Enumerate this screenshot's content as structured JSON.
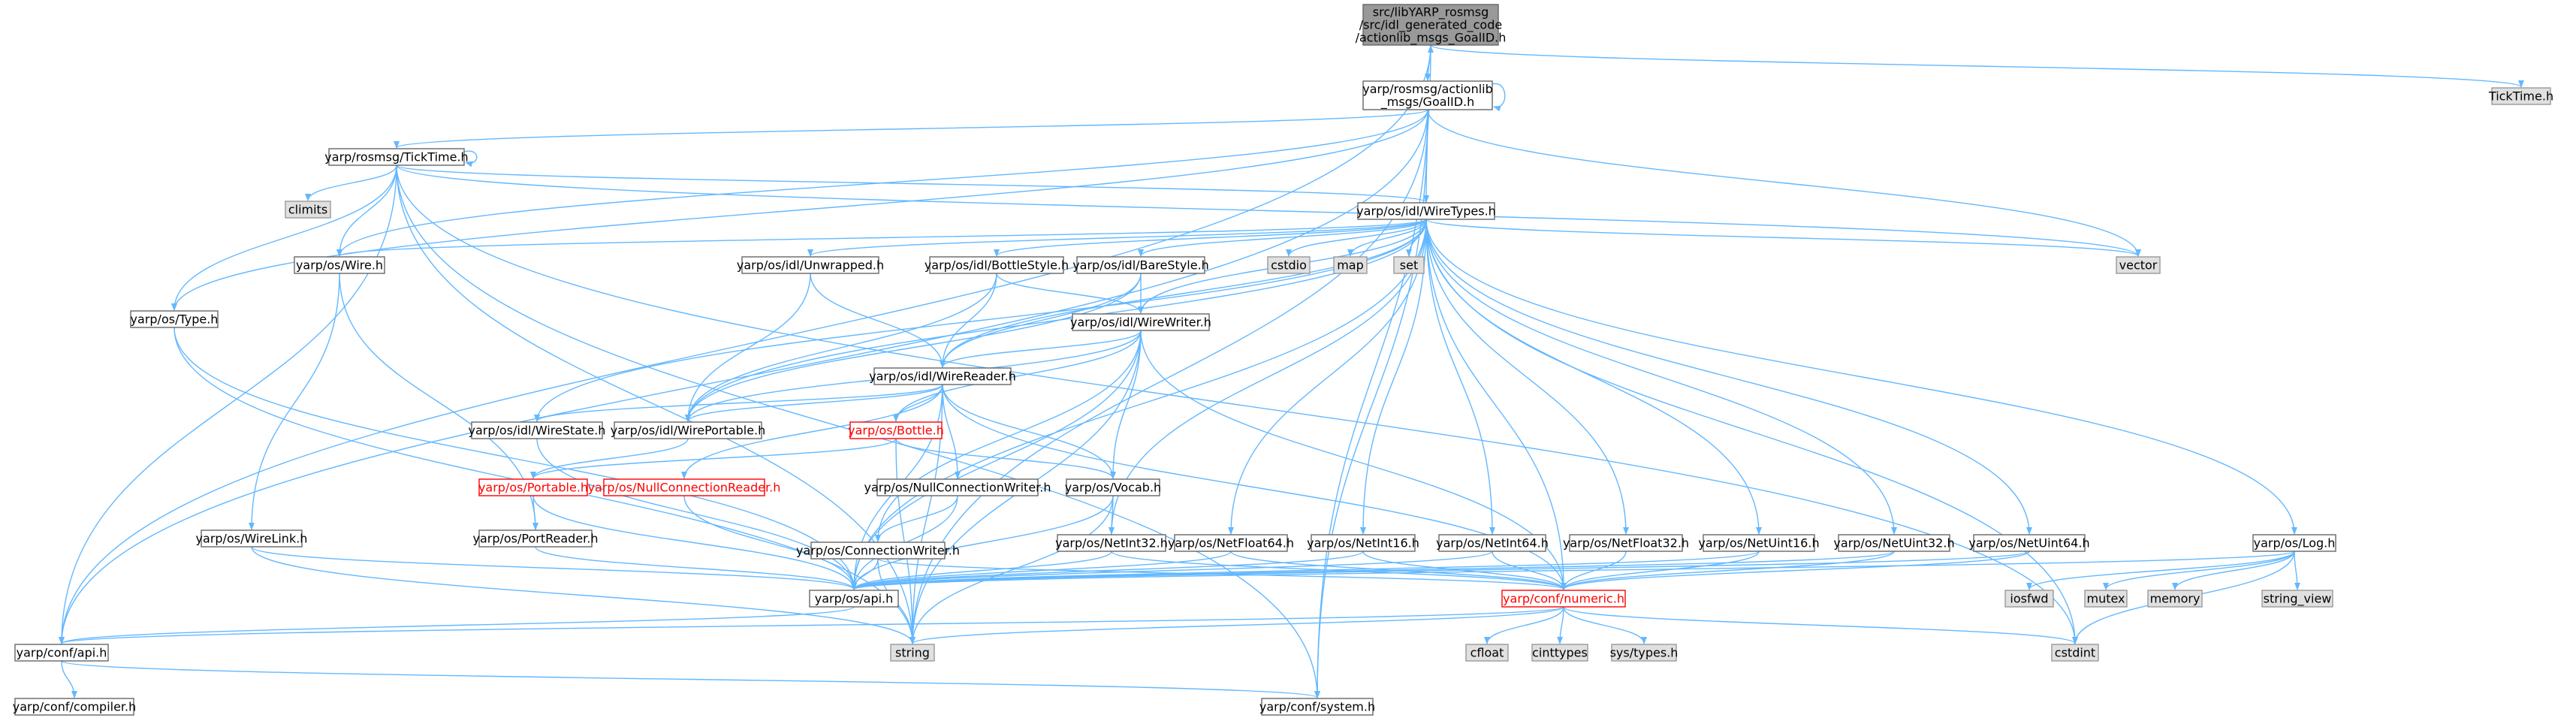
{
  "graph": {
    "colors": {
      "edge": "#63b8ff",
      "root_fill": "#999999",
      "system_fill": "#e0e0e0",
      "truncated_text": "#ff0000",
      "node_border": "#666666"
    },
    "nodes": [
      {
        "id": "goalid_gen",
        "lines": [
          "src/libYARP_rosmsg",
          "/src/idl_generated_code",
          "/actionlib_msgs_GoalID.h"
        ],
        "kind": "root"
      },
      {
        "id": "goalid",
        "lines": [
          "yarp/rosmsg/actionlib",
          "_msgs/GoalID.h"
        ],
        "kind": "plain"
      },
      {
        "id": "ticktime_sys",
        "lines": [
          "TickTime.h"
        ],
        "kind": "sys"
      },
      {
        "id": "ticktime",
        "lines": [
          "yarp/rosmsg/TickTime.h"
        ],
        "kind": "plain"
      },
      {
        "id": "climits",
        "lines": [
          "climits"
        ],
        "kind": "sys"
      },
      {
        "id": "wiretypes",
        "lines": [
          "yarp/os/idl/WireTypes.h"
        ],
        "kind": "plain"
      },
      {
        "id": "wire",
        "lines": [
          "yarp/os/Wire.h"
        ],
        "kind": "plain"
      },
      {
        "id": "unwrapped",
        "lines": [
          "yarp/os/idl/Unwrapped.h"
        ],
        "kind": "plain"
      },
      {
        "id": "bottlestyle",
        "lines": [
          "yarp/os/idl/BottleStyle.h"
        ],
        "kind": "plain"
      },
      {
        "id": "barestyle",
        "lines": [
          "yarp/os/idl/BareStyle.h"
        ],
        "kind": "plain"
      },
      {
        "id": "cstdio",
        "lines": [
          "cstdio"
        ],
        "kind": "sys"
      },
      {
        "id": "map",
        "lines": [
          "map"
        ],
        "kind": "sys"
      },
      {
        "id": "set",
        "lines": [
          "set"
        ],
        "kind": "sys"
      },
      {
        "id": "vector",
        "lines": [
          "vector"
        ],
        "kind": "sys"
      },
      {
        "id": "type",
        "lines": [
          "yarp/os/Type.h"
        ],
        "kind": "plain"
      },
      {
        "id": "wirewriter",
        "lines": [
          "yarp/os/idl/WireWriter.h"
        ],
        "kind": "plain"
      },
      {
        "id": "wirereader",
        "lines": [
          "yarp/os/idl/WireReader.h"
        ],
        "kind": "plain"
      },
      {
        "id": "wirestate",
        "lines": [
          "yarp/os/idl/WireState.h"
        ],
        "kind": "plain"
      },
      {
        "id": "wireportable",
        "lines": [
          "yarp/os/idl/WirePortable.h"
        ],
        "kind": "plain"
      },
      {
        "id": "bottle",
        "lines": [
          "yarp/os/Bottle.h"
        ],
        "kind": "trunc"
      },
      {
        "id": "portable",
        "lines": [
          "yarp/os/Portable.h"
        ],
        "kind": "trunc"
      },
      {
        "id": "nullconnreader",
        "lines": [
          "yarp/os/NullConnectionReader.h"
        ],
        "kind": "trunc"
      },
      {
        "id": "nullconnwriter",
        "lines": [
          "yarp/os/NullConnectionWriter.h"
        ],
        "kind": "plain"
      },
      {
        "id": "vocab",
        "lines": [
          "yarp/os/Vocab.h"
        ],
        "kind": "plain"
      },
      {
        "id": "portreader",
        "lines": [
          "yarp/os/PortReader.h"
        ],
        "kind": "plain"
      },
      {
        "id": "wirelink",
        "lines": [
          "yarp/os/WireLink.h"
        ],
        "kind": "plain"
      },
      {
        "id": "connwriter",
        "lines": [
          "yarp/os/ConnectionWriter.h"
        ],
        "kind": "plain"
      },
      {
        "id": "netint32",
        "lines": [
          "yarp/os/NetInt32.h"
        ],
        "kind": "plain"
      },
      {
        "id": "netfloat64",
        "lines": [
          "yarp/os/NetFloat64.h"
        ],
        "kind": "plain"
      },
      {
        "id": "netint16",
        "lines": [
          "yarp/os/NetInt16.h"
        ],
        "kind": "plain"
      },
      {
        "id": "netint64",
        "lines": [
          "yarp/os/NetInt64.h"
        ],
        "kind": "plain"
      },
      {
        "id": "netfloat32",
        "lines": [
          "yarp/os/NetFloat32.h"
        ],
        "kind": "plain"
      },
      {
        "id": "netuint16",
        "lines": [
          "yarp/os/NetUint16.h"
        ],
        "kind": "plain"
      },
      {
        "id": "netuint32",
        "lines": [
          "yarp/os/NetUint32.h"
        ],
        "kind": "plain"
      },
      {
        "id": "netuint64",
        "lines": [
          "yarp/os/NetUint64.h"
        ],
        "kind": "plain"
      },
      {
        "id": "log",
        "lines": [
          "yarp/os/Log.h"
        ],
        "kind": "plain"
      },
      {
        "id": "osapi",
        "lines": [
          "yarp/os/api.h"
        ],
        "kind": "plain"
      },
      {
        "id": "numeric",
        "lines": [
          "yarp/conf/numeric.h"
        ],
        "kind": "trunc"
      },
      {
        "id": "iosfwd",
        "lines": [
          "iosfwd"
        ],
        "kind": "sys"
      },
      {
        "id": "mutex",
        "lines": [
          "mutex"
        ],
        "kind": "sys"
      },
      {
        "id": "memory",
        "lines": [
          "memory"
        ],
        "kind": "sys"
      },
      {
        "id": "string_view",
        "lines": [
          "string_view"
        ],
        "kind": "sys"
      },
      {
        "id": "confapi",
        "lines": [
          "yarp/conf/api.h"
        ],
        "kind": "plain"
      },
      {
        "id": "string",
        "lines": [
          "string"
        ],
        "kind": "sys"
      },
      {
        "id": "cfloat",
        "lines": [
          "cfloat"
        ],
        "kind": "sys"
      },
      {
        "id": "cinttypes",
        "lines": [
          "cinttypes"
        ],
        "kind": "sys"
      },
      {
        "id": "systypes",
        "lines": [
          "sys/types.h"
        ],
        "kind": "sys"
      },
      {
        "id": "cstdint",
        "lines": [
          "cstdint"
        ],
        "kind": "sys"
      },
      {
        "id": "compiler",
        "lines": [
          "yarp/conf/compiler.h"
        ],
        "kind": "plain"
      },
      {
        "id": "system",
        "lines": [
          "yarp/conf/system.h"
        ],
        "kind": "plain"
      }
    ],
    "edges": [
      [
        "goalid_gen",
        "goalid"
      ],
      [
        "goalid_gen",
        "ticktime_sys"
      ],
      [
        "goalid_gen",
        "confapi"
      ],
      [
        "goalid_gen",
        "system"
      ],
      [
        "goalid",
        "goalid_gen"
      ],
      [
        "goalid",
        "goalid"
      ],
      [
        "goalid",
        "ticktime"
      ],
      [
        "goalid",
        "wiretypes"
      ],
      [
        "goalid",
        "wire"
      ],
      [
        "goalid",
        "type"
      ],
      [
        "goalid",
        "vector"
      ],
      [
        "goalid",
        "confapi"
      ],
      [
        "goalid",
        "string"
      ],
      [
        "goalid",
        "system"
      ],
      [
        "ticktime",
        "ticktime"
      ],
      [
        "ticktime",
        "climits"
      ],
      [
        "ticktime",
        "wiretypes"
      ],
      [
        "ticktime",
        "wire"
      ],
      [
        "ticktime",
        "type"
      ],
      [
        "ticktime",
        "vector"
      ],
      [
        "ticktime",
        "confapi"
      ],
      [
        "ticktime",
        "string"
      ],
      [
        "ticktime",
        "cstdint"
      ],
      [
        "ticktime",
        "system"
      ],
      [
        "wiretypes",
        "cstdio"
      ],
      [
        "wiretypes",
        "map"
      ],
      [
        "wiretypes",
        "set"
      ],
      [
        "wiretypes",
        "vector"
      ],
      [
        "wiretypes",
        "wire"
      ],
      [
        "wiretypes",
        "unwrapped"
      ],
      [
        "wiretypes",
        "bottlestyle"
      ],
      [
        "wiretypes",
        "barestyle"
      ],
      [
        "wiretypes",
        "wirewriter"
      ],
      [
        "wiretypes",
        "wirereader"
      ],
      [
        "wiretypes",
        "wirestate"
      ],
      [
        "wiretypes",
        "wireportable"
      ],
      [
        "wiretypes",
        "netint32"
      ],
      [
        "wiretypes",
        "netfloat64"
      ],
      [
        "wiretypes",
        "netint16"
      ],
      [
        "wiretypes",
        "netint64"
      ],
      [
        "wiretypes",
        "netfloat32"
      ],
      [
        "wiretypes",
        "netuint16"
      ],
      [
        "wiretypes",
        "netuint32"
      ],
      [
        "wiretypes",
        "netuint64"
      ],
      [
        "wiretypes",
        "log"
      ],
      [
        "wiretypes",
        "numeric"
      ],
      [
        "wiretypes",
        "cstdint"
      ],
      [
        "wiretypes",
        "osapi"
      ],
      [
        "wire",
        "portreader"
      ],
      [
        "wire",
        "wirelink"
      ],
      [
        "unwrapped",
        "wireportable"
      ],
      [
        "unwrapped",
        "wirereader"
      ],
      [
        "bottlestyle",
        "wireportable"
      ],
      [
        "bottlestyle",
        "wirereader"
      ],
      [
        "bottlestyle",
        "wirewriter"
      ],
      [
        "barestyle",
        "wireportable"
      ],
      [
        "barestyle",
        "wirereader"
      ],
      [
        "barestyle",
        "wirewriter"
      ],
      [
        "type",
        "osapi"
      ],
      [
        "type",
        "string"
      ],
      [
        "wirewriter",
        "wirereader"
      ],
      [
        "wirewriter",
        "wireportable"
      ],
      [
        "wirewriter",
        "bottle"
      ],
      [
        "wirewriter",
        "vocab"
      ],
      [
        "wirewriter",
        "connwriter"
      ],
      [
        "wirewriter",
        "osapi"
      ],
      [
        "wirewriter",
        "string"
      ],
      [
        "wirewriter",
        "numeric"
      ],
      [
        "wirereader",
        "wirestate"
      ],
      [
        "wirereader",
        "wireportable"
      ],
      [
        "wirereader",
        "bottle"
      ],
      [
        "wirereader",
        "nullconnreader"
      ],
      [
        "wirereader",
        "nullconnwriter"
      ],
      [
        "wirereader",
        "vocab"
      ],
      [
        "wirereader",
        "osapi"
      ],
      [
        "wirereader",
        "numeric"
      ],
      [
        "wirereader",
        "string"
      ],
      [
        "wirestate",
        "osapi"
      ],
      [
        "wireportable",
        "portable"
      ],
      [
        "bottle",
        "portable"
      ],
      [
        "bottle",
        "vocab"
      ],
      [
        "bottle",
        "string"
      ],
      [
        "portable",
        "portreader"
      ],
      [
        "portable",
        "osapi"
      ],
      [
        "nullconnreader",
        "osapi"
      ],
      [
        "nullconnwriter",
        "connwriter"
      ],
      [
        "nullconnwriter",
        "osapi"
      ],
      [
        "vocab",
        "netint32"
      ],
      [
        "vocab",
        "osapi"
      ],
      [
        "vocab",
        "string"
      ],
      [
        "portreader",
        "osapi"
      ],
      [
        "wirelink",
        "osapi"
      ],
      [
        "wirelink",
        "string"
      ],
      [
        "connwriter",
        "osapi"
      ],
      [
        "connwriter",
        "string"
      ],
      [
        "connwriter",
        "numeric"
      ],
      [
        "netint32",
        "osapi"
      ],
      [
        "netint32",
        "numeric"
      ],
      [
        "netfloat64",
        "osapi"
      ],
      [
        "netfloat64",
        "numeric"
      ],
      [
        "netint16",
        "osapi"
      ],
      [
        "netint16",
        "numeric"
      ],
      [
        "netint64",
        "osapi"
      ],
      [
        "netint64",
        "numeric"
      ],
      [
        "netfloat32",
        "numeric"
      ],
      [
        "netuint16",
        "numeric"
      ],
      [
        "netuint32",
        "numeric"
      ],
      [
        "netuint64",
        "numeric"
      ],
      [
        "netuint16",
        "osapi"
      ],
      [
        "netuint32",
        "osapi"
      ],
      [
        "netuint64",
        "osapi"
      ],
      [
        "log",
        "osapi"
      ],
      [
        "log",
        "iosfwd"
      ],
      [
        "log",
        "mutex"
      ],
      [
        "log",
        "memory"
      ],
      [
        "log",
        "string_view"
      ],
      [
        "log",
        "cstdint"
      ],
      [
        "osapi",
        "confapi"
      ],
      [
        "numeric",
        "confapi"
      ],
      [
        "numeric",
        "string"
      ],
      [
        "numeric",
        "cfloat"
      ],
      [
        "numeric",
        "cinttypes"
      ],
      [
        "numeric",
        "systypes"
      ],
      [
        "numeric",
        "cstdint"
      ],
      [
        "confapi",
        "compiler"
      ],
      [
        "confapi",
        "system"
      ]
    ]
  }
}
